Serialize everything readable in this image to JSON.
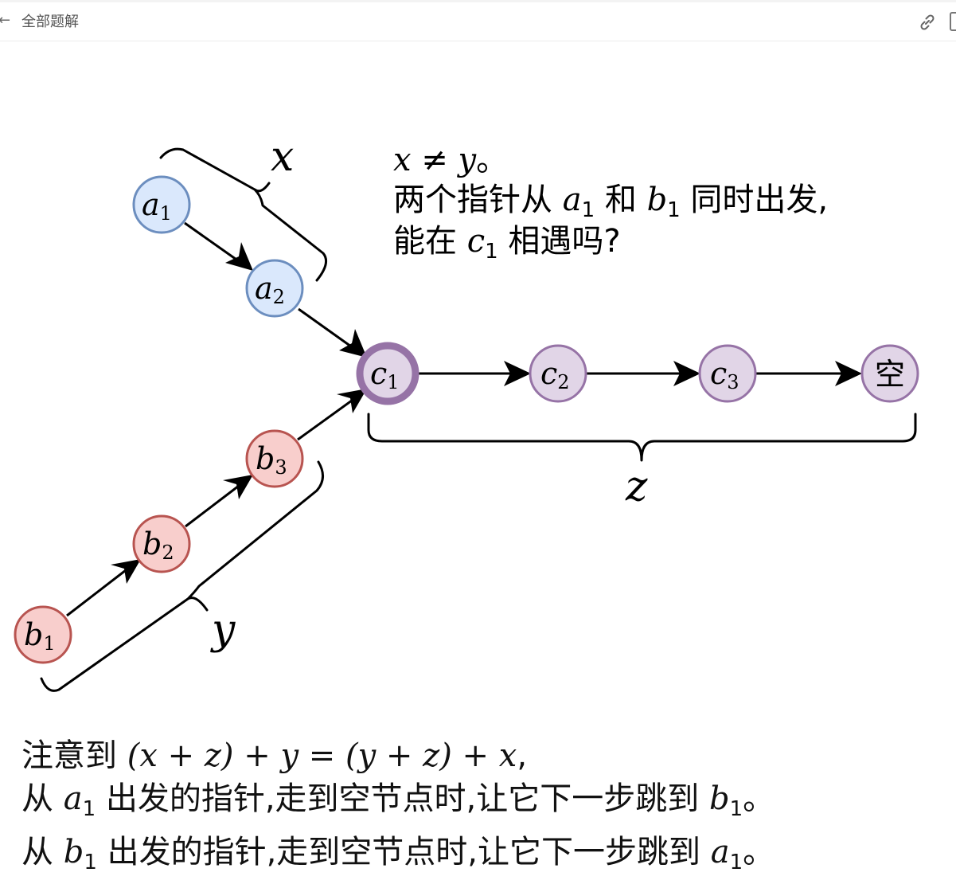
{
  "header": {
    "back_icon": "←",
    "breadcrumb": "全部题解",
    "link_icon": "link-icon"
  },
  "diagram": {
    "nodes": {
      "a1": {
        "base": "a",
        "sub": "1"
      },
      "a2": {
        "base": "a",
        "sub": "2"
      },
      "b1": {
        "base": "b",
        "sub": "1"
      },
      "b2": {
        "base": "b",
        "sub": "2"
      },
      "b3": {
        "base": "b",
        "sub": "3"
      },
      "c1": {
        "base": "c",
        "sub": "1"
      },
      "c2": {
        "base": "c",
        "sub": "2"
      },
      "c3": {
        "base": "c",
        "sub": "3"
      },
      "null": {
        "label": "空"
      }
    },
    "brace_labels": {
      "x": "x",
      "y": "y",
      "z": "z"
    },
    "note": {
      "line1_math": "x ≠ y",
      "line1_end": "。",
      "line2_a": "两个指针从 ",
      "line2_a_math": "a",
      "line2_a_sub": "1",
      "line2_b": " 和 ",
      "line2_b_math": "b",
      "line2_b_sub": "1",
      "line2_c": " 同时出发,",
      "line3_a": "能在 ",
      "line3_math": "c",
      "line3_sub": "1",
      "line3_b": " 相遇吗?"
    },
    "colors": {
      "blue_fill": "#dae8fc",
      "blue_stroke": "#6c8ebf",
      "red_fill": "#f8cecc",
      "red_stroke": "#b85450",
      "purple_fill": "#e1d5e7",
      "purple_stroke": "#9673a6"
    }
  },
  "bottom": {
    "line1_a": "注意到 ",
    "line1_math": "(x + z) + y = (y + z) + x",
    "line1_b": ",",
    "line2_a": "从 ",
    "line2_math": "a",
    "line2_sub": "1",
    "line2_b": " 出发的指针,走到空节点时,让它下一步跳到 ",
    "line2_math2": "b",
    "line2_sub2": "1",
    "line2_c": "。",
    "line3_a": "从 ",
    "line3_math": "b",
    "line3_sub": "1",
    "line3_b": " 出发的指针,走到空节点时,让它下一步跳到 ",
    "line3_math2": "a",
    "line3_sub2": "1",
    "line3_c": "。"
  }
}
